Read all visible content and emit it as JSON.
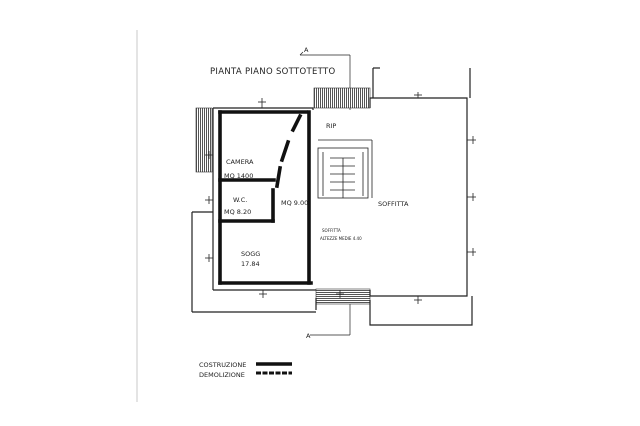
{
  "drawing": {
    "title": "PIANTA PIANO SOTTOTETTO",
    "section_marker": "A",
    "rooms": {
      "camera_name": "CAMERA",
      "camera_area": "MQ 1400",
      "wc_name": "W.C.",
      "wc_area": "MQ 8.20",
      "middle_area": "MQ 9.00",
      "soggiorno_name": "SOGG",
      "soggiorno_area": "17.84",
      "rip_name": "RIP",
      "soffitta_name": "SOFFITTA",
      "soffitta_small": "SOFFITTA",
      "soffitta_note": "ALTEZZE MEDIE 4.40"
    },
    "legend": {
      "construction_label": "COSTRUZIONE",
      "demolition_label": "DEMOLIZIONE"
    }
  },
  "colors": {
    "line": "#1a1a1a",
    "hatch": "#555555",
    "paper": "#ffffff",
    "page": "#fefefe"
  }
}
